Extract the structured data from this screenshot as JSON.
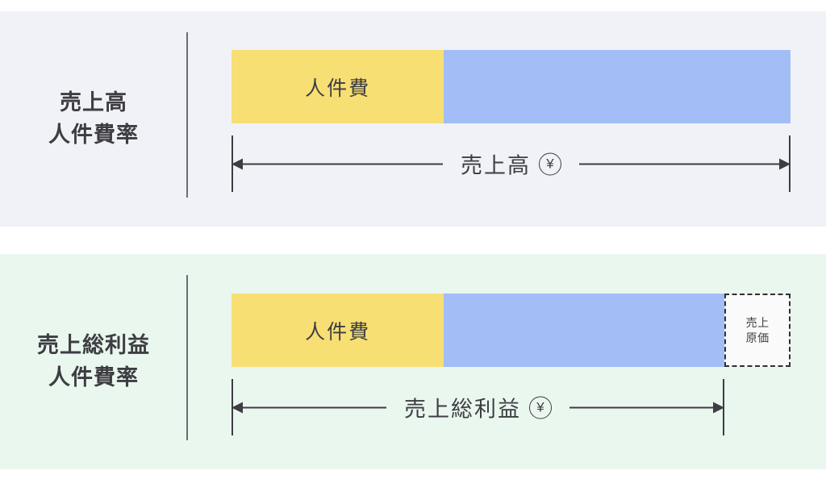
{
  "diagram": {
    "title_hidden": "",
    "panels": [
      {
        "id": "sales-labor-ratio",
        "background_color": "#f1f2f7",
        "caption": {
          "line1": "売上高",
          "line2": "人件費率"
        },
        "bar": {
          "segments": [
            {
              "name": "labor-cost",
              "label": "人件費",
              "color": "#f7df74",
              "percent": 38
            },
            {
              "name": "remainder",
              "label": "",
              "color": "#a3bdf7",
              "percent": 62
            }
          ]
        },
        "measure": {
          "label": "売上高",
          "unit_badge": "¥",
          "span": "full-bar"
        }
      },
      {
        "id": "gross-profit-labor-ratio",
        "background_color": "#eaf7ef",
        "caption": {
          "line1": "売上総利益",
          "line2": "人件費率"
        },
        "bar": {
          "segments": [
            {
              "name": "labor-cost",
              "label": "人件費",
              "color": "#f7df74",
              "percent": 38
            },
            {
              "name": "remainder",
              "label": "",
              "color": "#a3bdf7",
              "percent": 50.2
            },
            {
              "name": "cost-of-sales",
              "label_line1": "売上",
              "label_line2": "原価",
              "color": "#fafafa",
              "percent": 11.8,
              "border": "dashed"
            }
          ]
        },
        "measure": {
          "label": "売上総利益",
          "unit_badge": "¥",
          "span": "excludes-cost-of-sales"
        }
      }
    ],
    "colors": {
      "labor": "#f7df74",
      "remainder": "#a3bdf7",
      "cost_box_fill": "#fafafa",
      "ink": "#3d3d42",
      "panel_sales_bg": "#f1f2f7",
      "panel_gross_bg": "#eaf7ef"
    }
  }
}
